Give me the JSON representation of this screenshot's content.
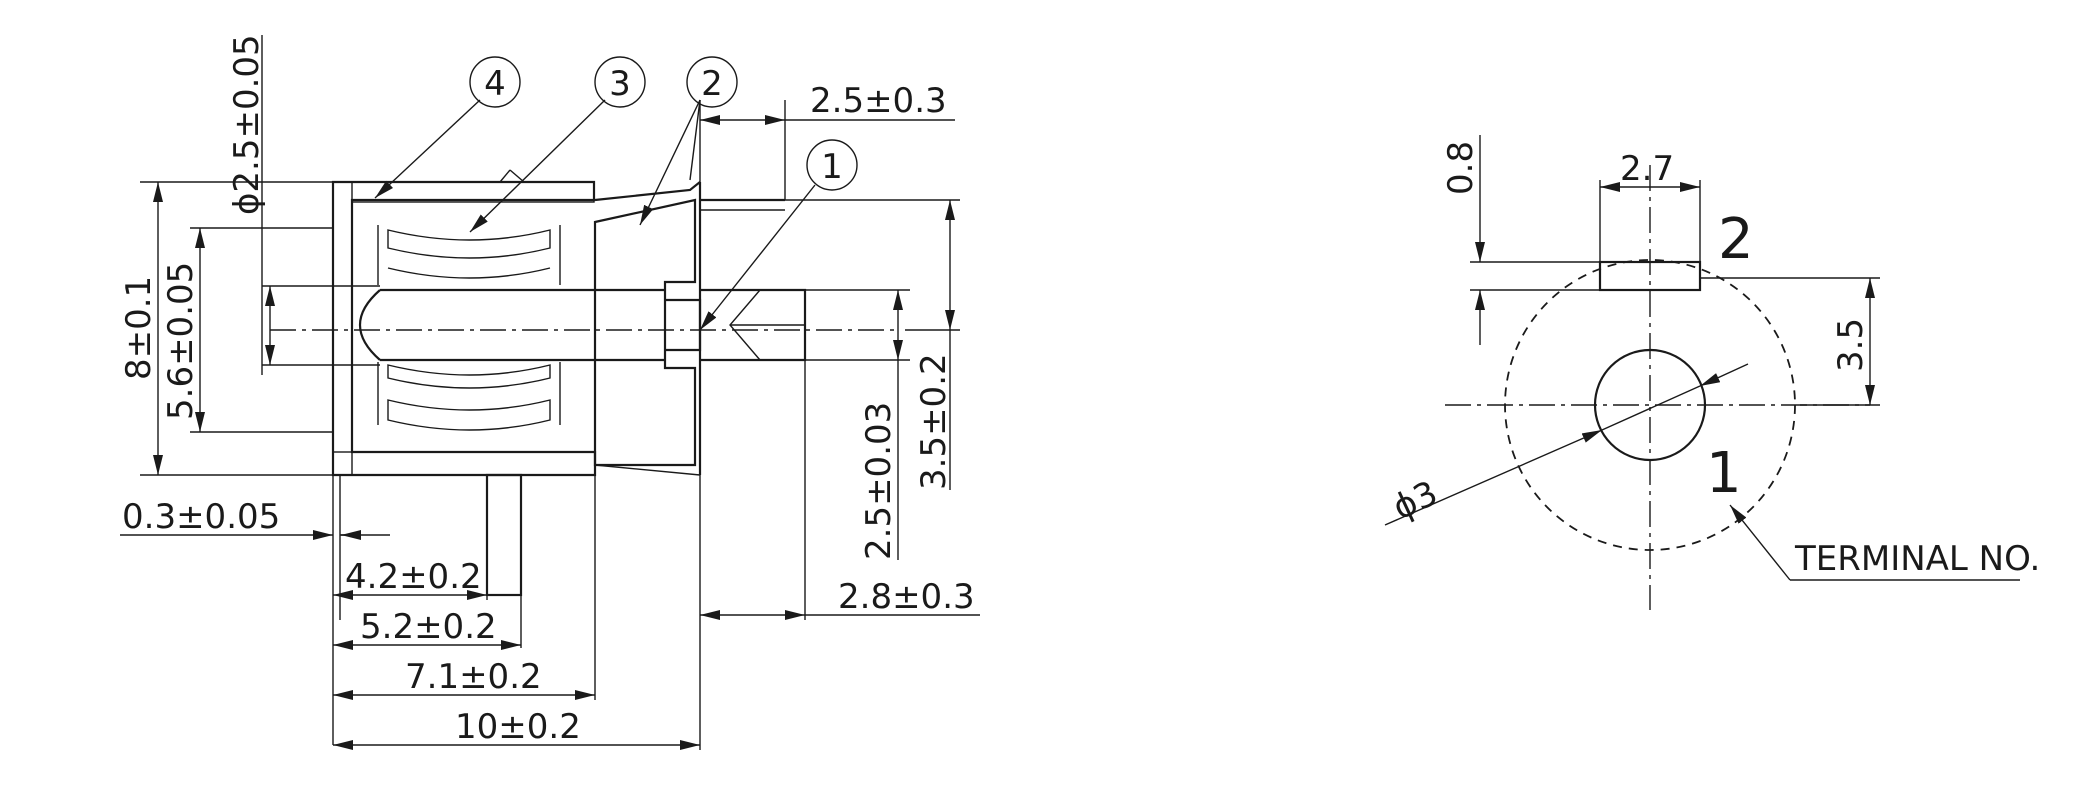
{
  "side_view": {
    "callouts": [
      "1",
      "2",
      "3",
      "4"
    ],
    "dims": {
      "d_2_5": "ϕ2.5±0.05",
      "d_5_6": "5.6±0.05",
      "d_8": "8±0.1",
      "pin_2_5": "2.5±0.3",
      "pin_3_5": "3.5±0.2",
      "pin_2_5b": "2.5±0.03",
      "w_0_3": "0.3±0.05",
      "w_4_2": "4.2±0.2",
      "w_5_2": "5.2±0.2",
      "w_7_1": "7.1±0.2",
      "w_10": "10±0.2",
      "w_2_8": "2.8±0.3"
    }
  },
  "bottom_view": {
    "dims": {
      "d_0_8": "0.8",
      "d_2_7": "2.7",
      "d_3_5": "3.5",
      "d_3": "ϕ3"
    },
    "terminals": [
      "1",
      "2"
    ],
    "terminal_label": "TERMINAL NO."
  }
}
